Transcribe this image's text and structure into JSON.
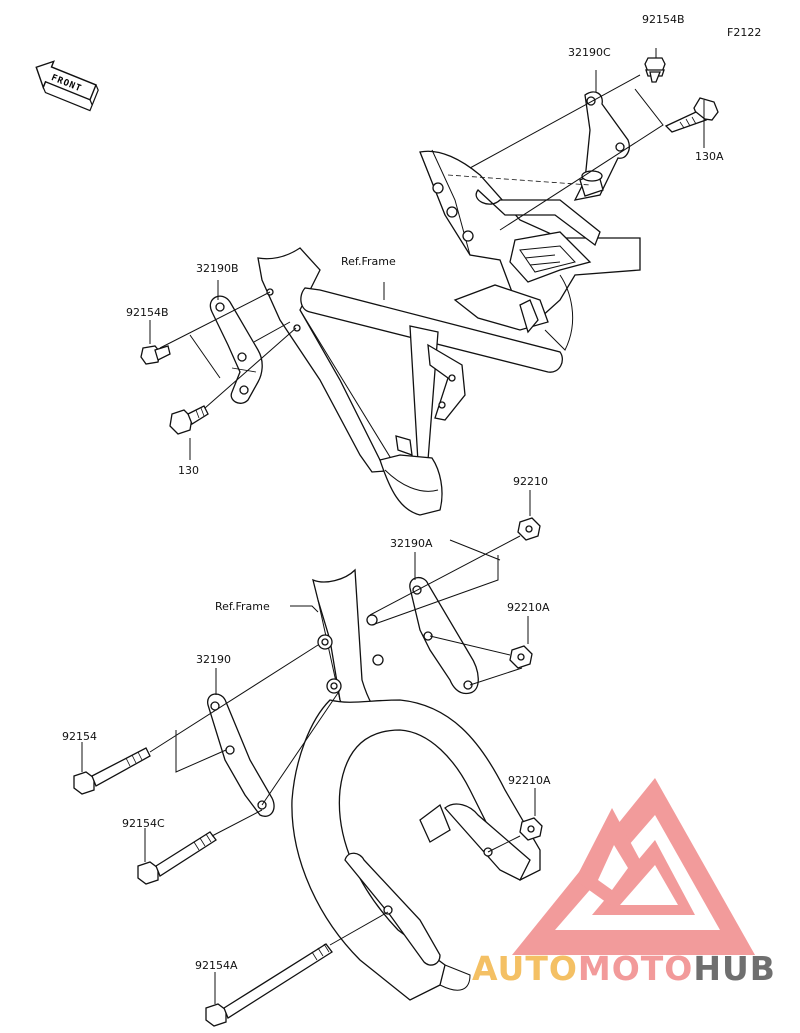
{
  "figure_code": "F2122",
  "front_label": "FRONT",
  "labels": {
    "p92154B_top": "92154B",
    "p32190C": "32190C",
    "p130A": "130A",
    "p32190B": "32190B",
    "p92154B_left": "92154B",
    "p130": "130",
    "ref_frame_top": "Ref.Frame",
    "p92210": "92210",
    "p32190A": "32190A",
    "ref_frame_bottom": "Ref.Frame",
    "p92210A_upper": "92210A",
    "p32190": "32190",
    "p92154": "92154",
    "p92210A_lower": "92210A",
    "p92154C": "92154C",
    "p92154A": "92154A"
  },
  "watermark": {
    "part1": "AUTO",
    "part2": "MOTO",
    "part3": "HUB",
    "colors": {
      "auto": "#f4c064",
      "moto": "#f29a9a",
      "hub": "#6f6f6f",
      "logo": "#f08a8a"
    }
  }
}
